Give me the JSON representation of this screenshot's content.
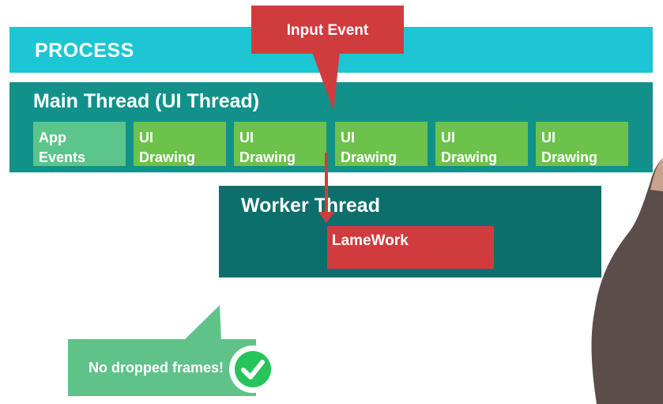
{
  "diagram": {
    "process_label": "PROCESS",
    "main_thread": {
      "title": "Main Thread (UI Thread)",
      "blocks": [
        {
          "line1": "App",
          "line2": "Events",
          "color": "#5cc58c"
        },
        {
          "line1": "UI",
          "line2": "Drawing",
          "color": "#6cc24a"
        },
        {
          "line1": "UI",
          "line2": "Drawing",
          "color": "#6cc24a"
        },
        {
          "line1": "UI",
          "line2": "Drawing",
          "color": "#6cc24a"
        },
        {
          "line1": "UI",
          "line2": "Drawing",
          "color": "#6cc24a"
        },
        {
          "line1": "UI",
          "line2": "Drawing",
          "color": "#6cc24a"
        }
      ]
    },
    "worker_thread": {
      "title": "Worker Thread",
      "task": "LameWork"
    },
    "input_event": "Input Event",
    "callout": {
      "text": "No dropped frames!",
      "icon": "checkmark-icon"
    },
    "colors": {
      "process": "#1cc6d4",
      "main_thread": "#12918b",
      "worker_thread": "#0c6f6b",
      "accent_red": "#d03c3e",
      "callout_green": "#5fc389"
    }
  }
}
